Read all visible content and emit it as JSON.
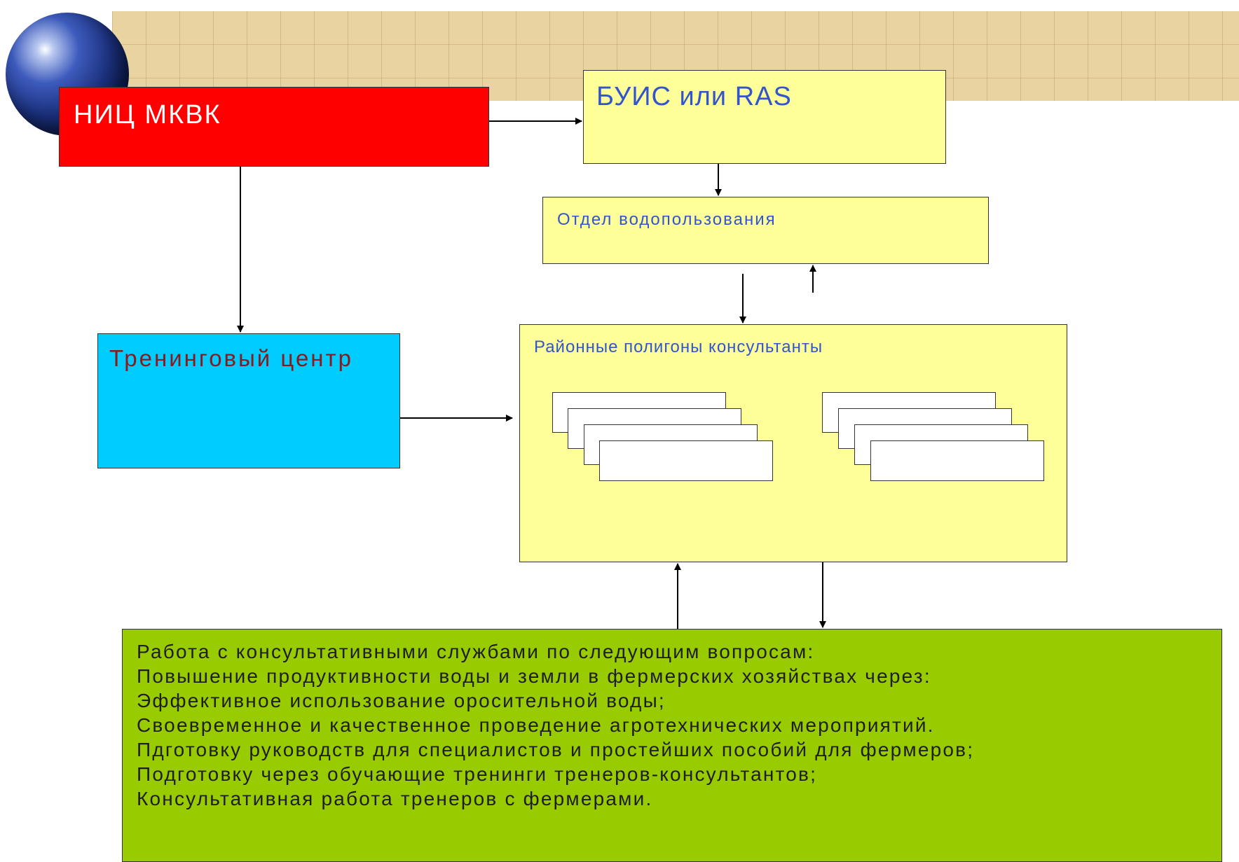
{
  "diagram": {
    "nodes": {
      "nic": {
        "label": "НИЦ МКВК"
      },
      "buis": {
        "label": "БУИС или RAS"
      },
      "otdel": {
        "label": "Отдел водопользования"
      },
      "training": {
        "label": "Тренинговый центр"
      },
      "rayon": {
        "label": "Районные полигоны консультанты"
      },
      "work": {
        "lines": [
          "Работа с консультативными службами по следующим вопросам:",
          "Повышение продуктивности воды и земли в фермерских хозяйствах через:",
          "Эффективное использование оросительной воды;",
          "Своевременное и качественное проведение агротехнических мероприятий.",
          "Пдготовку руководств для специалистов и простейших пособий для фермеров;",
          "Подготовку через обучающие тренинги тренеров-консультантов;",
          "Консультативная работа тренеров с фермерами."
        ]
      }
    },
    "edges": [
      {
        "from": "nic",
        "to": "buis"
      },
      {
        "from": "nic",
        "to": "training"
      },
      {
        "from": "buis",
        "to": "otdel"
      },
      {
        "from": "otdel",
        "to": "rayon"
      },
      {
        "from": "rayon",
        "to": "otdel"
      },
      {
        "from": "training",
        "to": "rayon"
      },
      {
        "from": "work",
        "to": "rayon"
      },
      {
        "from": "rayon",
        "to": "work"
      }
    ]
  },
  "colors": {
    "nic": "#ff0000",
    "boxes": "#ffff99",
    "training": "#00ccff",
    "work": "#99cc00",
    "label_blue": "#3355cc"
  }
}
